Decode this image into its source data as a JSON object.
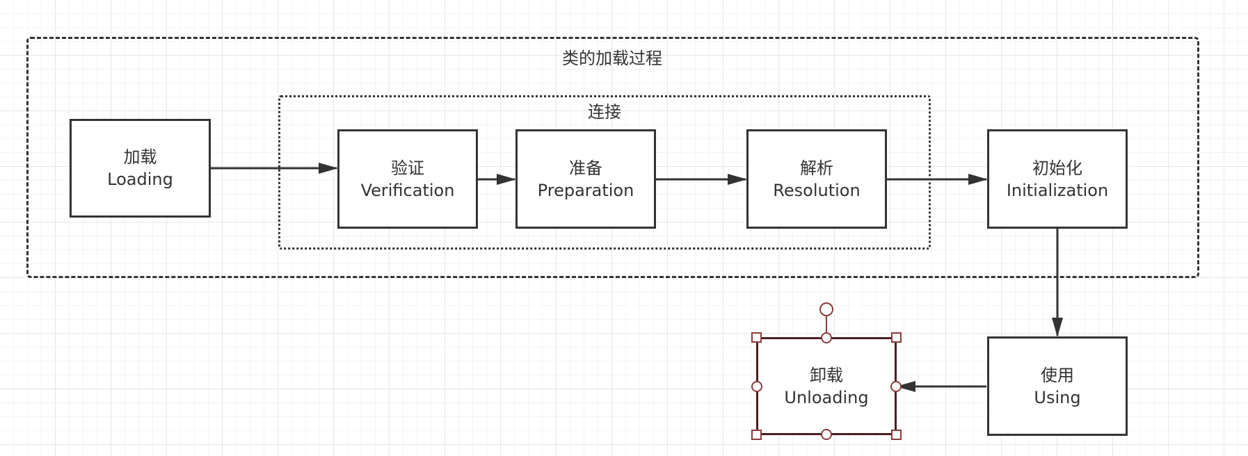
{
  "canvas": {
    "grid": true,
    "colors": {
      "line": "#333333",
      "selection": "#8b3a3a",
      "background": "#ffffff"
    }
  },
  "groups": {
    "outer_title": "类的加载过程",
    "inner_title": "连接"
  },
  "nodes": {
    "loading": {
      "zh": "加载",
      "en": "Loading"
    },
    "verification": {
      "zh": "验证",
      "en": "Verification"
    },
    "preparation": {
      "zh": "准备",
      "en": "Preparation"
    },
    "resolution": {
      "zh": "解析",
      "en": "Resolution"
    },
    "initialization": {
      "zh": "初始化",
      "en": "Initialization"
    },
    "using": {
      "zh": "使用",
      "en": "Using"
    },
    "unloading": {
      "zh": "卸载",
      "en": "Unloading"
    }
  },
  "edges": [
    {
      "from": "loading",
      "to": "verification"
    },
    {
      "from": "verification",
      "to": "preparation"
    },
    {
      "from": "preparation",
      "to": "resolution"
    },
    {
      "from": "resolution",
      "to": "initialization"
    },
    {
      "from": "initialization",
      "to": "using"
    },
    {
      "from": "using",
      "to": "unloading"
    }
  ],
  "selection": {
    "selected_node": "unloading"
  }
}
